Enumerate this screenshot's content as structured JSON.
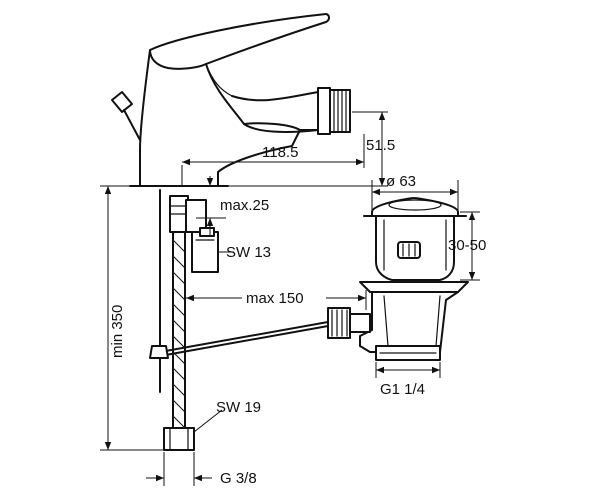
{
  "labels": {
    "spout_reach": "118.5",
    "height_51": "51.5",
    "max25": "max.25",
    "dia63": "ø 63",
    "range_30_50": "30-50",
    "sw13": "SW 13",
    "max150": "max 150",
    "min350": "min 350",
    "g1_4": "G1 1/4",
    "sw19": "SW 19",
    "g3_8": "G 3/8"
  }
}
